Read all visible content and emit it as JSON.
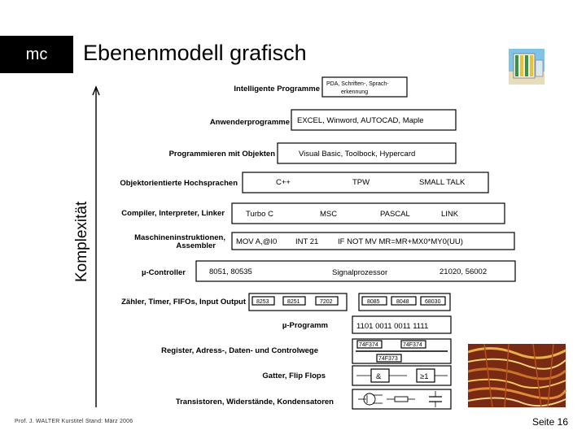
{
  "logo": "mc",
  "title": "Ebenenmodell grafisch",
  "footer": {
    "author": "Prof. J. WALTER   Kurstitel   Stand: März 2006",
    "page": "Seite 16"
  },
  "diagram": {
    "axis_label": "Komplexität",
    "levels": [
      {
        "label": "Intelligente Programme",
        "items": [
          "PDA, Schriften-, Sprach-",
          "erkennung"
        ]
      },
      {
        "label": "Anwenderprogramme",
        "items": [
          "EXCEL, Winword, AUTOCAD, Maple"
        ]
      },
      {
        "label": "Programmieren mit Objekten",
        "items": [
          "Visual Basic, Toolbock, Hypercard"
        ]
      },
      {
        "label": "Objektorientierte Hochsprachen",
        "items": [
          "C++",
          "TPW",
          "SMALL TALK"
        ]
      },
      {
        "label": "Compiler, Interpreter, Linker",
        "items": [
          "Turbo C",
          "MSC",
          "PASCAL",
          "LINK"
        ]
      },
      {
        "label": "Maschineninstruktionen,",
        "label2": "Assembler",
        "items": [
          "MOV A,@I0",
          "INT 21",
          "IF NOT MV MR=MR+MX0*MY0(UU)"
        ]
      },
      {
        "label": "µ-Controller",
        "items": [
          "8051, 80535",
          "Signalprozessor",
          "21020, 56002"
        ]
      },
      {
        "label": "Zähler, Timer, FIFOs, Input Output",
        "items": [
          "8253",
          "8251",
          "7202",
          "8085",
          "8048",
          "68030"
        ]
      },
      {
        "label": "µ-Programm",
        "items": [
          "1101 0011 0011 1111"
        ]
      },
      {
        "label": "Register, Adress-, Daten- und Controlwege",
        "items": [
          "74F374",
          "74F374",
          "74F373"
        ]
      },
      {
        "label": "Gatter, Flip Flops",
        "items": [
          "&",
          "≥1"
        ]
      },
      {
        "label": "Transistoren, Widerstände, Kondensatoren",
        "items": []
      }
    ]
  }
}
